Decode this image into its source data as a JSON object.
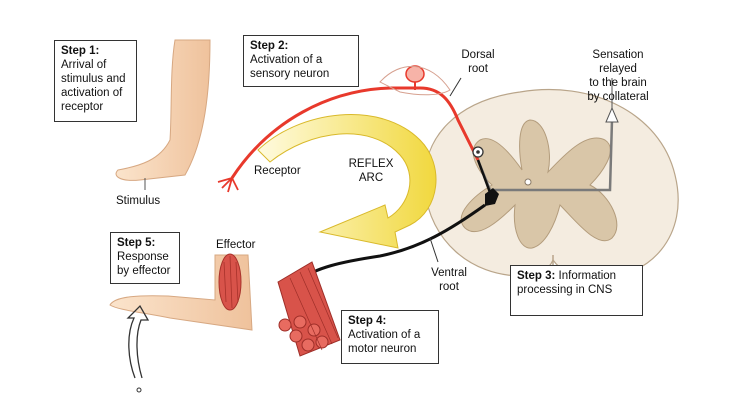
{
  "steps": {
    "s1": {
      "title": "Step 1:",
      "text": "Arrival of stimulus and activation of receptor"
    },
    "s2": {
      "title": "Step 2:",
      "text": "Activation of a sensory neuron"
    },
    "s3": {
      "title": "Step 3:",
      "text": "Information processing in CNS"
    },
    "s4": {
      "title": "Step 4:",
      "text": "Activation of a motor neuron"
    },
    "s5": {
      "title": "Step 5:",
      "text": "Response by effector"
    }
  },
  "labels": {
    "stimulus": "Stimulus",
    "receptor": "Receptor",
    "reflex": "REFLEX",
    "arc": "ARC",
    "dorsal_l1": "Dorsal",
    "dorsal_l2": "root",
    "ventral_l1": "Ventral",
    "ventral_l2": "root",
    "effector": "Effector",
    "sens_l1": "Sensation",
    "sens_l2": "relayed",
    "sens_l3": "to the brain",
    "sens_l4": "by collateral"
  },
  "colors": {
    "sensory_neuron": "#e8392c",
    "motor_neuron": "#111111",
    "reflex_arrow": "#f5e04a",
    "gray_matter": "#d9c6a8",
    "white_matter": "#f4ece0",
    "skin": "#f6d2b0",
    "muscle": "#d8534a"
  }
}
